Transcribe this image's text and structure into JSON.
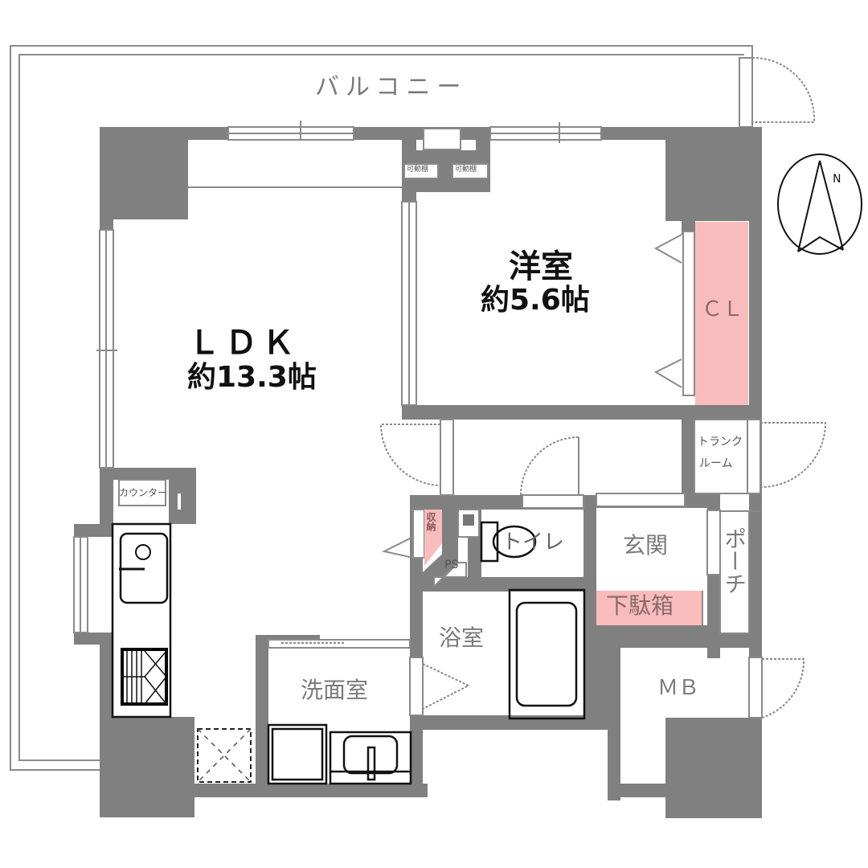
{
  "floor_plan": {
    "balcony": {
      "label": "バルコニー"
    },
    "rooms": {
      "ldk": {
        "name": "ＬＤＫ",
        "area": "約13.3帖"
      },
      "western_room": {
        "name": "洋室",
        "area": "約5.6帖"
      },
      "closet": {
        "label": "ＣＬ"
      },
      "trunk_room": {
        "line1": "トランク",
        "line2": "ルーム"
      },
      "counter": {
        "label": "カウンター"
      },
      "storage": {
        "label": "収納"
      },
      "pipe_space": {
        "label": "PS"
      },
      "toilet": {
        "label": "トイレ"
      },
      "entrance": {
        "label": "玄関"
      },
      "shoe_box": {
        "label": "下駄箱"
      },
      "porch": {
        "label": "ポーチ"
      },
      "bathroom": {
        "label": "浴室"
      },
      "washroom": {
        "label": "洗面室"
      },
      "meter_box": {
        "label": "ＭＢ"
      },
      "movable_shelf_1": {
        "label": "可動棚"
      },
      "movable_shelf_2": {
        "label": "可動棚"
      }
    },
    "compass": {
      "label": "N"
    },
    "colors": {
      "wall": "#808080",
      "storage_highlight": "#f9bcbc",
      "line": "#8a8a8a"
    }
  }
}
